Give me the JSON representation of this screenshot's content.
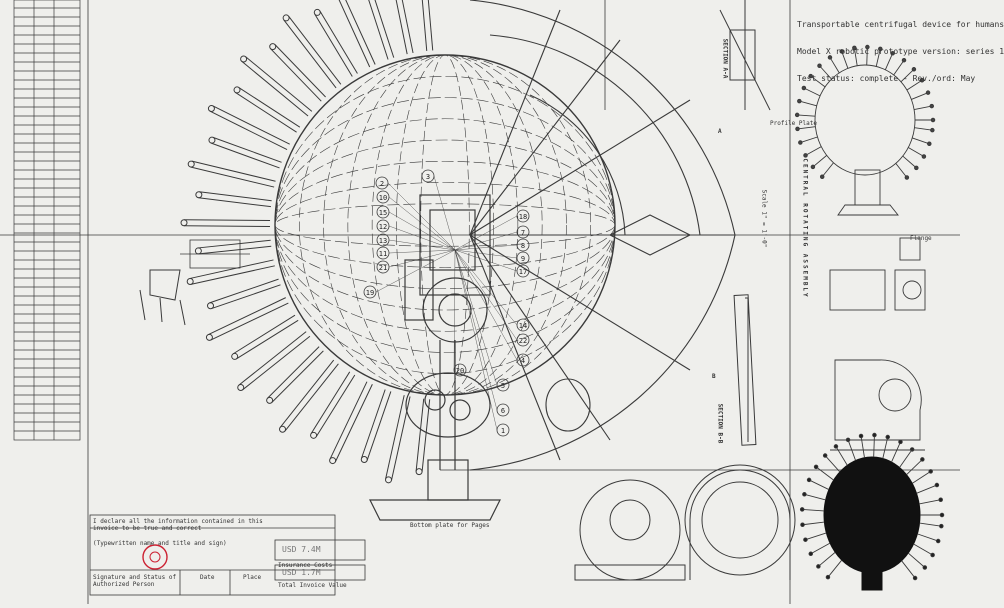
{
  "title_block": {
    "lines": [
      "Transportable centrifugal device for humans",
      "Model X robotic prototype version: series 1",
      "Test status: complete - Rev./ord: May"
    ]
  },
  "labels": {
    "section_a": "SECTION A-A",
    "section_b": "SECTION B-B",
    "central_rotating": "CENTRAL ROTATING ASSEMBLY",
    "scale": "Scale 1\" = 1'-0\"",
    "profile_note": "Profile Plate",
    "bottom_plate": "Bottom plate for Pages",
    "flange": "Flange",
    "section_ref_1": "A",
    "section_ref_2": "B"
  },
  "callouts": [
    "2",
    "10",
    "15",
    "12",
    "13",
    "11",
    "21",
    "3",
    "18",
    "7",
    "8",
    "9",
    "17",
    "14",
    "22",
    "4",
    "5",
    "6",
    "1",
    "19",
    "20"
  ],
  "declaration": {
    "statement": "I declare all the information contained in this invoice to be true and correct",
    "typed_name_label": "(Typewritten name and title and sign)",
    "signature_label": "Signature and Status of Authorized Person",
    "date_label": "Date",
    "place_label": "Place",
    "amount": "USD 7.4M",
    "insurance_label": "Insurance Costs",
    "insurance_value": "USD 1.7M",
    "total_label": "Total Invoice Value"
  }
}
